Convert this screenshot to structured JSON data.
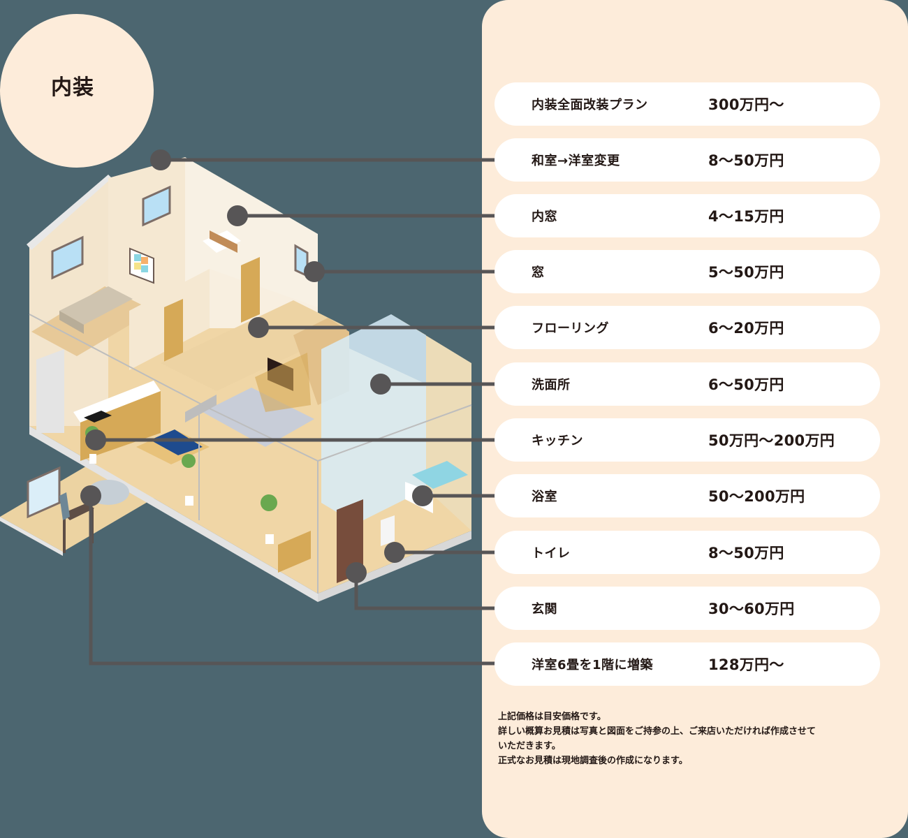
{
  "title": "内装",
  "colors": {
    "background": "#4c6670",
    "panel": "#fdecda",
    "row": "#ffffff",
    "connector": "#575556",
    "text": "#231815"
  },
  "price_list": [
    {
      "item": "内装全面改装プラン",
      "price": "300万円〜"
    },
    {
      "item": "和室→洋室変更",
      "price": "8〜50万円"
    },
    {
      "item": "内窓",
      "price": "4〜15万円"
    },
    {
      "item": "窓",
      "price": "5〜50万円"
    },
    {
      "item": "フローリング",
      "price": "6〜20万円"
    },
    {
      "item": "洗面所",
      "price": "6〜50万円"
    },
    {
      "item": "キッチン",
      "price": "50万円〜200万円"
    },
    {
      "item": "浴室",
      "price": "50〜200万円"
    },
    {
      "item": "トイレ",
      "price": "8〜50万円"
    },
    {
      "item": "玄関",
      "price": "30〜60万円"
    },
    {
      "item": "洋室6畳を1階に増築",
      "price": "128万円〜"
    }
  ],
  "notes": [
    "上記価格は目安価格です。",
    "詳しい概算お見積は写真と図面をご持参の上、ご来店いただければ作成させて",
    "いただきます。",
    "正式なお見積は現地調査後の作成になります。"
  ]
}
